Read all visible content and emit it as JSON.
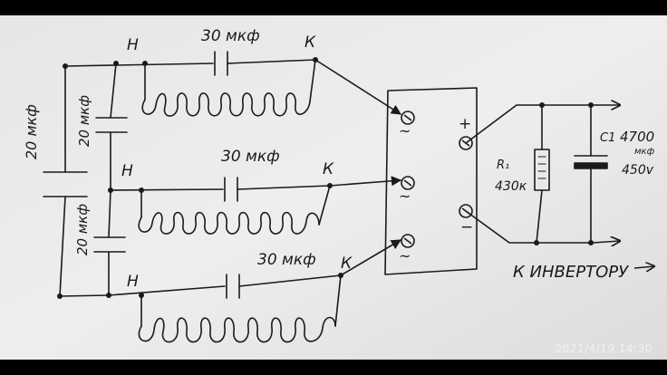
{
  "labels": {
    "top_cap": "30 мкф",
    "mid_cap": "30 мкф",
    "bot_cap": "30 мкф",
    "n1": "Н",
    "k1": "К",
    "n2": "Н",
    "k2": "К",
    "n3": "Н",
    "k3": "К",
    "left_big_cap": "20 мкф",
    "left_upper_cap": "20 мкф",
    "left_lower_cap": "20 мкф",
    "tilde1": "~",
    "tilde2": "~",
    "tilde3": "~",
    "plus": "+",
    "minus": "−",
    "r_name": "R₁",
    "r_value": "430к",
    "c_name": "C1",
    "c_value": "4700",
    "c_unit": "мкф",
    "c_voltage": "450v",
    "inverter": "К ИНВЕРТОРУ"
  },
  "timestamp": "2021/4/19 14:30"
}
